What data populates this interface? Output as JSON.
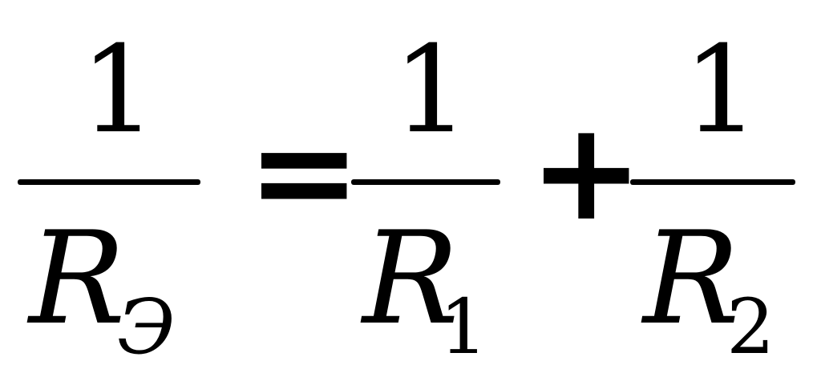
{
  "formula": {
    "lhs": {
      "numerator": "1",
      "variable": "R",
      "subscript": "Э"
    },
    "equals": "=",
    "term1": {
      "numerator": "1",
      "variable": "R",
      "subscript": "1"
    },
    "plus": "+",
    "term2": {
      "numerator": "1",
      "variable": "R",
      "subscript": "2"
    }
  }
}
